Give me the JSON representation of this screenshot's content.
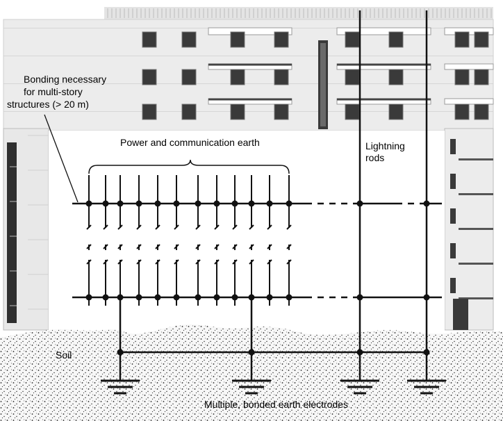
{
  "labels": {
    "bonding_line1": "Bonding necessary",
    "bonding_line2": "for multi-story",
    "bonding_line3": "structures (> 20 m)",
    "power_comm_earth": "Power and communication earth",
    "lightning_line1": "Lightning",
    "lightning_line2": "rods",
    "soil": "Soil",
    "electrodes": "Multiple, bonded earth electrodes"
  },
  "colors": {
    "line": "#111111",
    "building_light": "#f2f2f2",
    "building_mid": "#c9c9c9",
    "building_dark": "#3a3a3a",
    "soil_base": "#f7f7f7",
    "soil_dots": "#222222"
  },
  "icons": [
    "ground-symbol-icon"
  ]
}
